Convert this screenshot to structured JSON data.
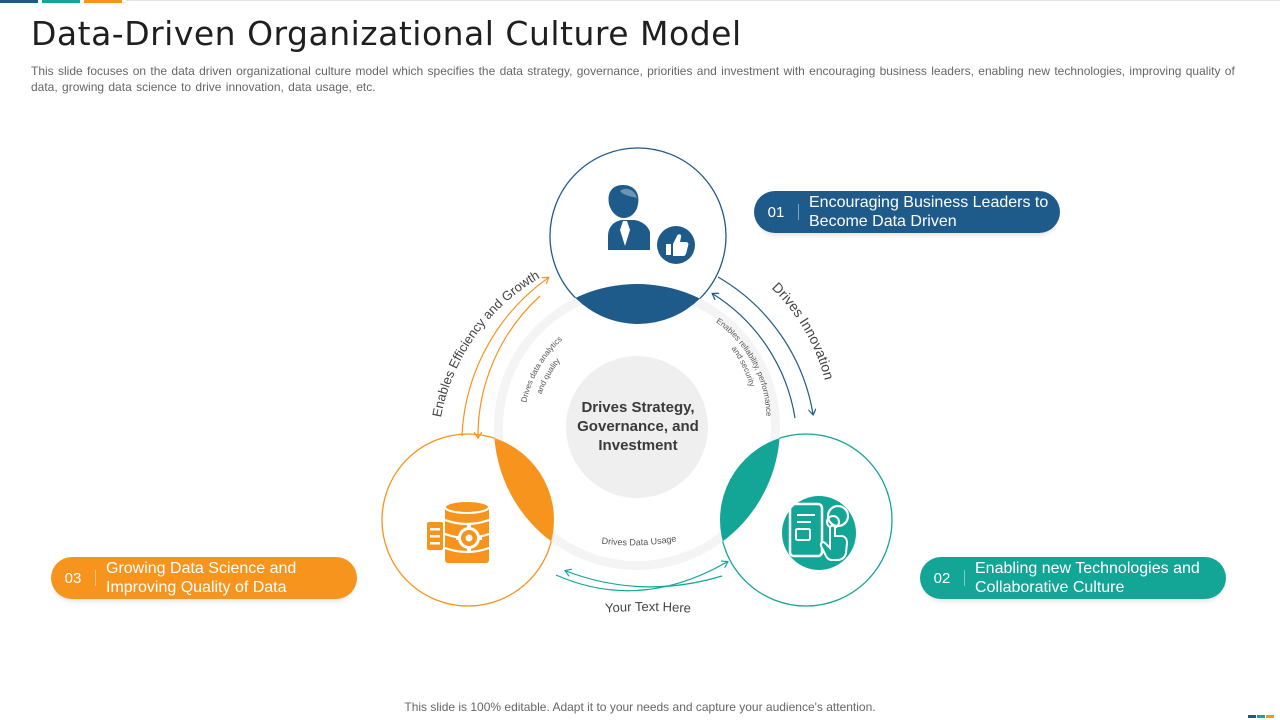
{
  "colors": {
    "blue": "#1e5b8b",
    "teal": "#13a596",
    "orange": "#f7941d",
    "center_bg": "#efefef",
    "ring_bg": "#f5f5f5"
  },
  "header": {
    "title": "Data-Driven Organizational Culture Model",
    "subtitle": "This slide focuses on the data driven organizational culture model which specifies the data strategy, governance, priorities and investment with encouraging business leaders, enabling new technologies, improving quality of data, growing data science to drive innovation, data usage, etc."
  },
  "center": {
    "text": "Drives Strategy, Governance, and Investment"
  },
  "inner_labels": {
    "left_line1": "Drives data analytics",
    "left_line2": "and quality",
    "right_line1": "Enables reliability, performance",
    "right_line2": "and security",
    "bottom": "Drives Data Usage"
  },
  "outer_labels": {
    "left": "Enables Efficiency and Growth",
    "right": "Drives Innovation",
    "bottom": "Your Text Here"
  },
  "pills": [
    {
      "number": "01",
      "line1": "Encouraging Business Leaders to",
      "line2": "Become Data Driven",
      "color": "#1e5b8b"
    },
    {
      "number": "02",
      "line1": "Enabling new Technologies and",
      "line2": "Collaborative Culture",
      "color": "#13a596"
    },
    {
      "number": "03",
      "line1": "Growing Data Science and",
      "line2": "Improving Quality  of Data",
      "color": "#f7941d"
    }
  ],
  "icons": {
    "top": "business-leader-thumbs-up-icon",
    "right": "tablet-touch-innovation-icon",
    "left": "database-gear-icon"
  },
  "footer": {
    "text": "This slide is 100% editable. Adapt it to your needs and capture your audience's attention."
  }
}
